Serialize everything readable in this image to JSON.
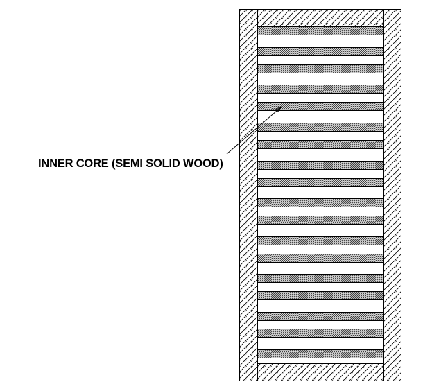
{
  "annotation": {
    "label": "INNER CORE (SEMI SOLID WOOD)"
  },
  "drawing": {
    "subject": "door-core-section",
    "frame_hatch": "wood-grain",
    "slat_hatch": "dense-diagonal",
    "slat_count": 18,
    "line_color": "#000000"
  }
}
